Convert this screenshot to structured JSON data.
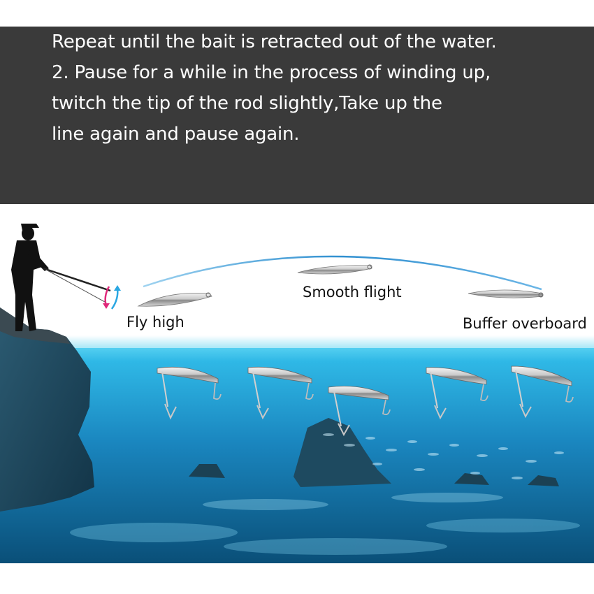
{
  "banner": {
    "lines": [
      "Repeat until the bait is retracted out of the water.",
      "2. Pause for a while in the process of winding up,",
      "twitch the tip of the rod slightly,Take up the",
      "line again and pause again."
    ]
  },
  "labels": {
    "fly_high": "Fly high",
    "smooth_flight": "Smooth flight",
    "buffer_overboard": "Buffer overboard"
  },
  "colors": {
    "banner_bg": "#3a3a3a",
    "trajectory": "#2f8fd0",
    "water_surface": "#3fc6ee",
    "water_deep": "#0d5b86"
  }
}
